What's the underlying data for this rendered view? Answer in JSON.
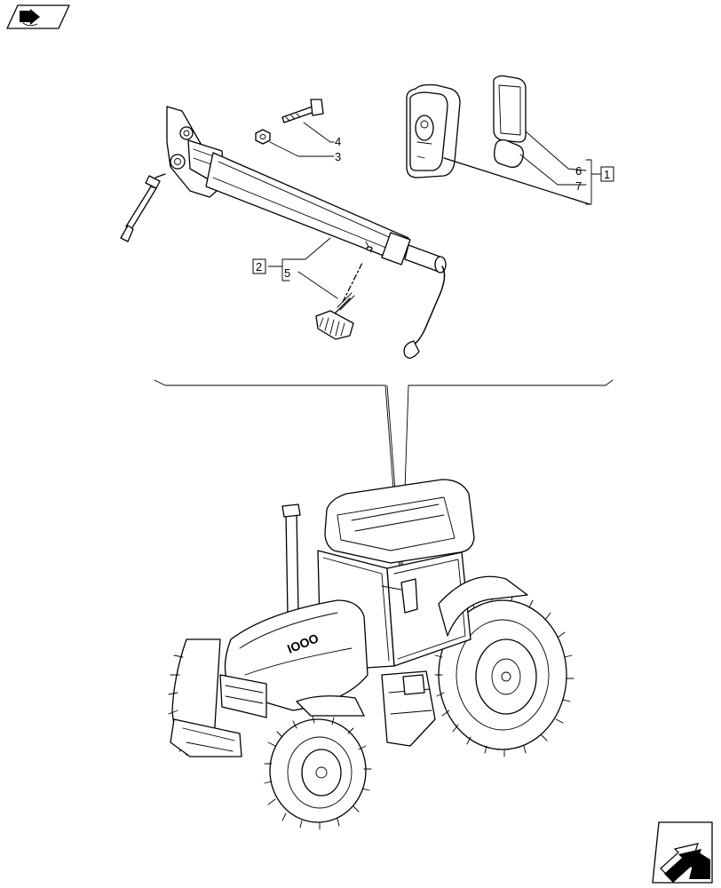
{
  "callouts": {
    "c1": "1",
    "c2": "2",
    "c3": "3",
    "c4": "4",
    "c5": "5",
    "c6": "6",
    "c7": "7"
  },
  "tractor_badge": "IOOO",
  "icons": {
    "top_left": "book-arrow-icon",
    "bottom_right": "next-page-arrow-icon"
  }
}
